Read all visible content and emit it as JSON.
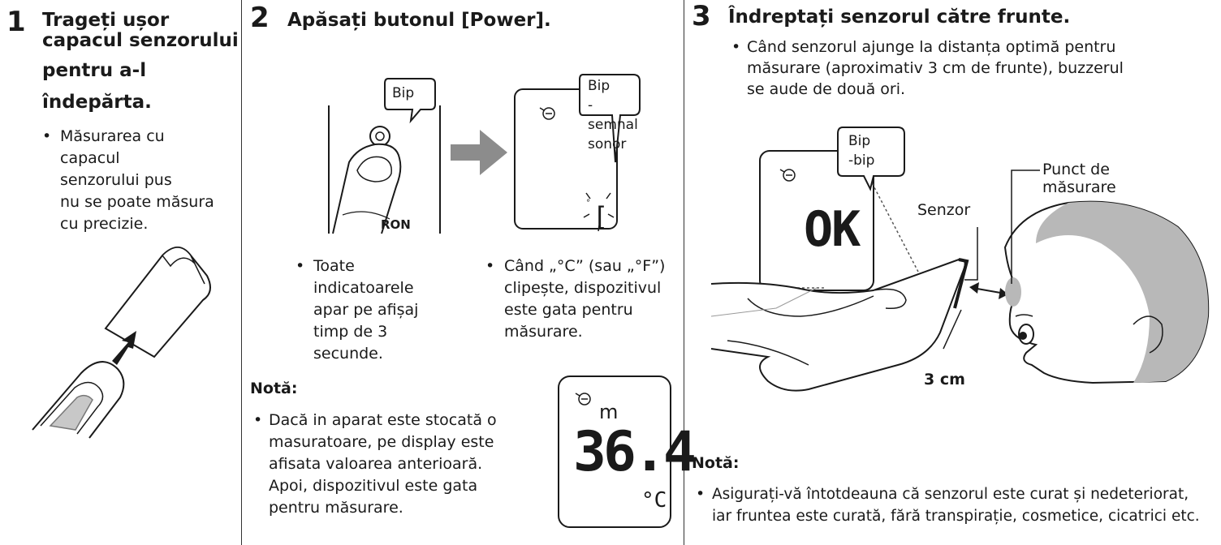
{
  "step1": {
    "number": "1",
    "heading_lines": [
      "Trageți ușor",
      "capacul senzorului",
      "pentru a-l",
      "îndepărta."
    ],
    "bullet": "•",
    "body_lines": [
      "Măsurarea cu",
      "capacul",
      "senzorului pus",
      "nu se poate măsura",
      "cu precizie."
    ]
  },
  "step2": {
    "number": "2",
    "heading": "Apăsați butonul [Power].",
    "bubble1": "Bip",
    "bubble2_lines": [
      "Bip",
      "-",
      "semnal",
      "sonor"
    ],
    "device_brand": "RON",
    "bullet_left_lines": [
      "Toate",
      "indicatoarele",
      "apar pe afișaj",
      "timp de 3",
      "secunde."
    ],
    "bullet_right_lines": [
      "Când „°C” (sau „°F”)",
      "clipește, dispozitivul",
      "este gata pentru",
      "măsurare."
    ],
    "note_heading": "Notă:",
    "note_lines": [
      "Dacă in aparat este stocată o",
      "masuratoare, pe display este",
      "afisata valoarea anterioară.",
      "Apoi, dispozitivul este gata",
      "pentru măsurare."
    ],
    "display_mode": "m",
    "display_value": "36.4",
    "display_unit": "°C"
  },
  "step3": {
    "number": "3",
    "heading": "Îndreptați senzorul către frunte.",
    "body_lines": [
      "Când senzorul ajunge la distanța optimă pentru",
      "măsurare (aproximativ 3 cm de frunte), buzzerul",
      "se aude de două ori."
    ],
    "bubble_lines": [
      "Bip",
      "-bip"
    ],
    "display_text": "OK",
    "label_sensor": "Senzor",
    "label_point_lines": [
      "Punct de",
      "măsurare"
    ],
    "label_distance": "3 cm",
    "note_heading": "Notă:",
    "note_lines": [
      "Asigurați-vă întotdeauna că senzorul este curat și nedeteriorat,",
      "iar fruntea este curată, fără transpirație, cosmetice, cicatrici etc."
    ]
  },
  "colors": {
    "text": "#1a1a1a",
    "arrow_gray": "#8c8c8c",
    "skin_shade": "#b8b8b8"
  },
  "icons": [
    "person-face-icon",
    "power-button-icon",
    "arrow-right-icon",
    "arrow-up-icon"
  ]
}
